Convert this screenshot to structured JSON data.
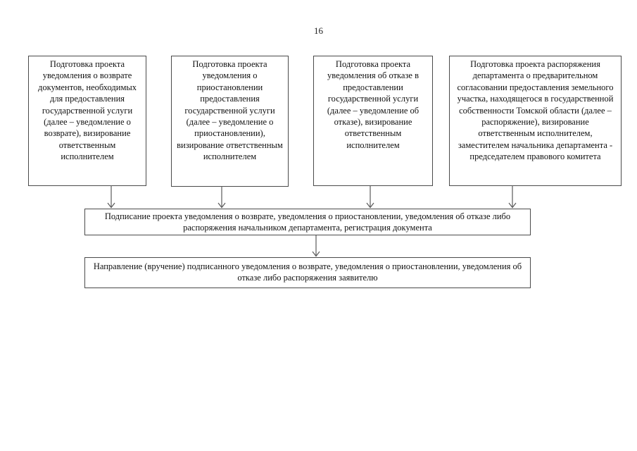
{
  "page": {
    "number": "16",
    "background_color": "#ffffff"
  },
  "diagram": {
    "colors": {
      "box_border": "#4a4a4a",
      "text": "#111111",
      "arrow": "#5a5a5a"
    },
    "top_boxes": [
      {
        "id": "return-notice-preparation",
        "text": "Подготовка проекта уведомления о возврате документов, необходимых для предоставления государственной услуги (далее – уведомление о возврате), визирование ответственным исполнителем"
      },
      {
        "id": "suspension-notice-preparation",
        "text": "Подготовка проекта уведомления о приостановлении предоставления государственной услуги (далее – уведомление о приостановлении), визирование ответственным исполнителем"
      },
      {
        "id": "refusal-notice-preparation",
        "text": "Подготовка проекта уведомления об отказе в предоставлении государственной услуги (далее – уведомление об отказе), визирование ответственным исполнителем"
      },
      {
        "id": "order-preparation",
        "text": "Подготовка проекта распоряжения департамента о предварительном согласовании предоставления земельного участка, находящегося в государственной собственности Томской области (далее – распоряжение), визирование ответственным исполнителем, заместителем начальника департамента - председателем правового комитета"
      }
    ],
    "signing_box": {
      "text": "Подписание проекта уведомления о возврате, уведомления о приостановлении, уведомления об отказе либо распоряжения начальником департамента, регистрация документа"
    },
    "delivery_box": {
      "text": "Направление (вручение) подписанного уведомления о возврате, уведомления о приостановлении, уведомления об отказе либо распоряжения заявителю"
    }
  }
}
